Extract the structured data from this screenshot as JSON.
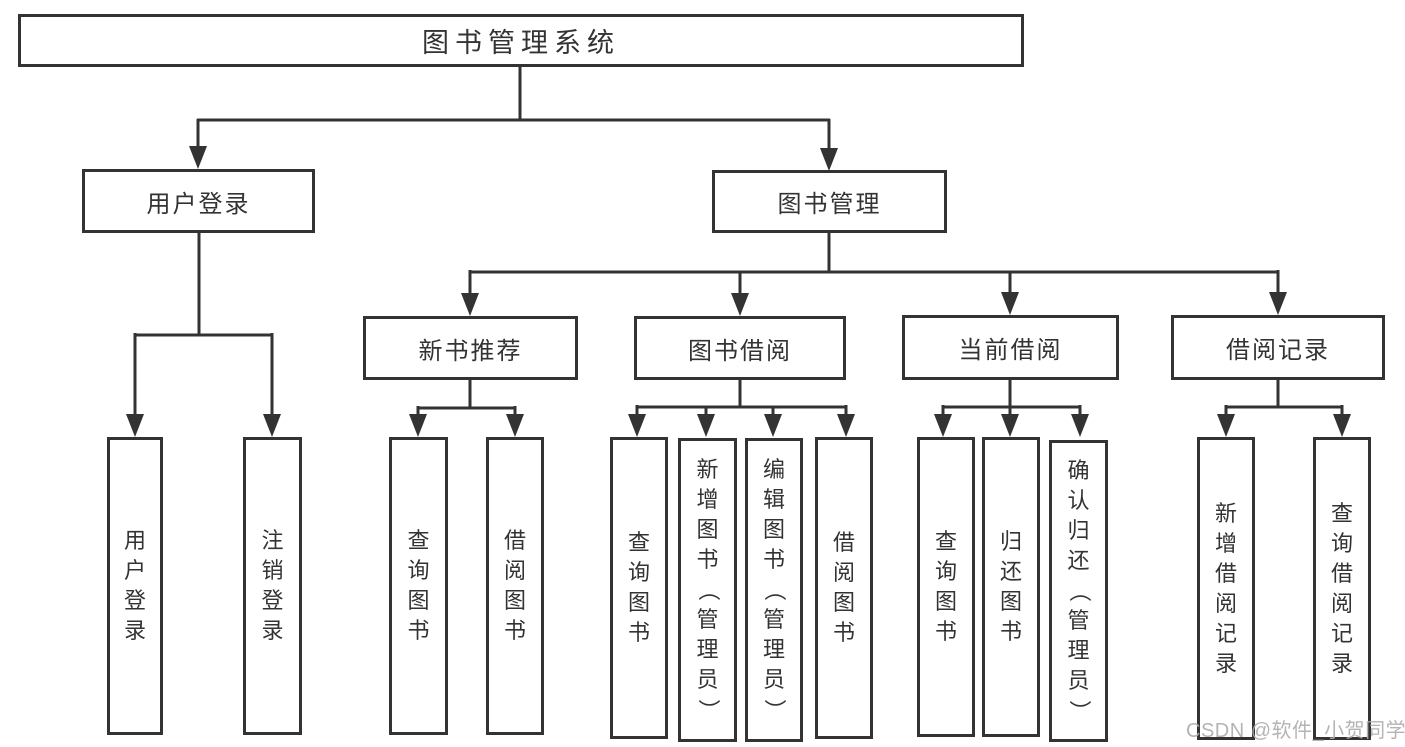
{
  "tree": {
    "root_label": "图书管理系统",
    "user_login": {
      "label": "用户登录",
      "children": [
        "用户登录",
        "注销登录"
      ]
    },
    "book_management": {
      "label": "图书管理",
      "sections": [
        {
          "label": "新书推荐",
          "children": [
            "查询图书",
            "借阅图书"
          ]
        },
        {
          "label": "图书借阅",
          "children": [
            "查询图书",
            "新增图书（管理员）",
            "编辑图书（管理员）",
            "借阅图书"
          ]
        },
        {
          "label": "当前借阅",
          "children": [
            "查询图书",
            "归还图书",
            "确认归还（管理员）"
          ]
        },
        {
          "label": "借阅记录",
          "children": [
            "新增借阅记录",
            "查询借阅记录"
          ]
        }
      ]
    }
  },
  "watermark": "CSDN @软件_小贺同学",
  "colors": {
    "line": "#333333",
    "text": "#333333",
    "box_background": "#ffffff",
    "page_background": "#ffffff",
    "watermark": "#acacac"
  }
}
